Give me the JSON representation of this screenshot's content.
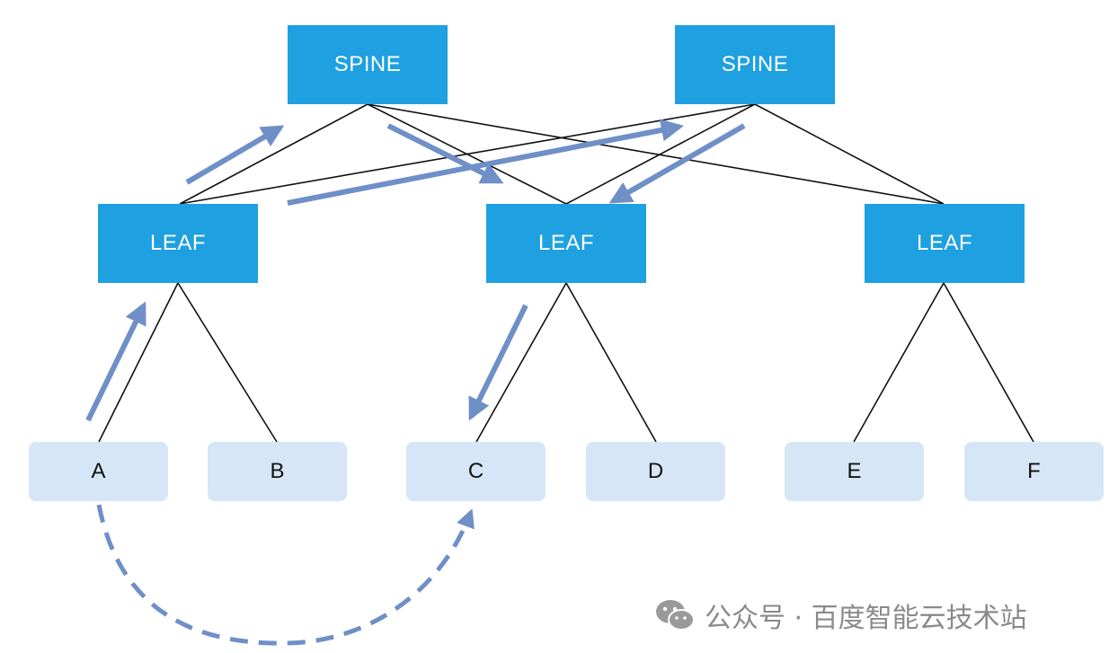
{
  "diagram": {
    "spines": [
      {
        "id": "spine-1",
        "label": "SPINE"
      },
      {
        "id": "spine-2",
        "label": "SPINE"
      }
    ],
    "leaves": [
      {
        "id": "leaf-1",
        "label": "LEAF"
      },
      {
        "id": "leaf-2",
        "label": "LEAF"
      },
      {
        "id": "leaf-3",
        "label": "LEAF"
      }
    ],
    "hosts": [
      {
        "id": "host-a",
        "label": "A"
      },
      {
        "id": "host-b",
        "label": "B"
      },
      {
        "id": "host-c",
        "label": "C"
      },
      {
        "id": "host-d",
        "label": "D"
      },
      {
        "id": "host-e",
        "label": "E"
      },
      {
        "id": "host-f",
        "label": "F"
      }
    ],
    "colors": {
      "switch": "#1fa0e0",
      "host": "#d6e6f7",
      "link": "#111111",
      "arrow": "#6f8fc7"
    }
  },
  "watermark": {
    "text": "公众号 · 百度智能云技术站",
    "icon": "wechat-icon"
  }
}
